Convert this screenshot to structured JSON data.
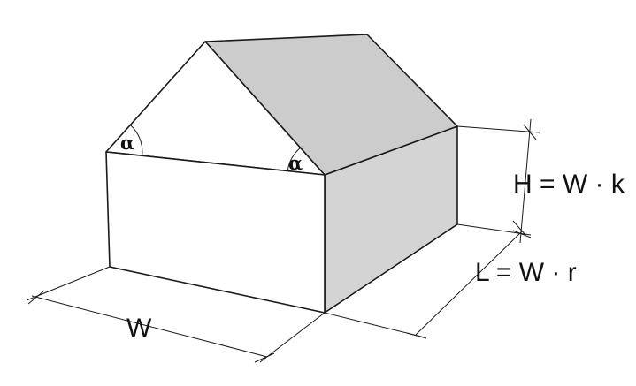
{
  "colors": {
    "background": "#ffffff",
    "wall_front": "#ffffff",
    "wall_side": "#d4d4d4",
    "roof_front": "#ffffff",
    "roof_side": "#cccccc",
    "stroke": "#1a1a1a"
  },
  "labels": {
    "width": "W",
    "length": "L = W · r",
    "height": "H = W · k",
    "angle_left": "α",
    "angle_right": "α"
  }
}
